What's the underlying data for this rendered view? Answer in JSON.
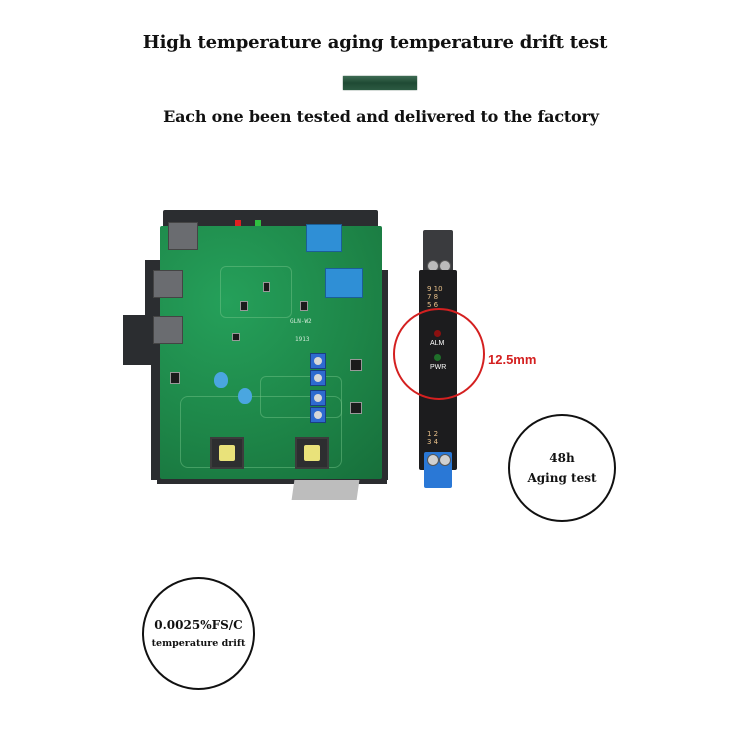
{
  "header": {
    "title": "High temperature aging temperature drift test",
    "divider_color": "#2b5a40",
    "subtitle": "Each one been tested and delivered to the factory"
  },
  "pcb_module": {
    "board_model": "GLN-W2",
    "board_code": "1913",
    "pcb_color": "#1f8a4a",
    "connector_color_blue": "#2f8fd6",
    "connector_color_grey": "#6a6c70"
  },
  "device": {
    "top_pins": [
      "9  10",
      "7  8",
      "5  6"
    ],
    "bottom_pins": [
      "1  2",
      "3  4"
    ],
    "led_alarm_label": "ALM",
    "led_power_label": "PWR",
    "led_alarm_color": "#8b1010",
    "led_power_color": "#1f6f2a",
    "width_label": "12.5mm",
    "highlight_color": "#d42020"
  },
  "badges": {
    "aging": {
      "line1": "48h",
      "line2": "Aging test"
    },
    "drift": {
      "line1": "0.0025%FS/C",
      "line2": "temperature drift"
    }
  }
}
